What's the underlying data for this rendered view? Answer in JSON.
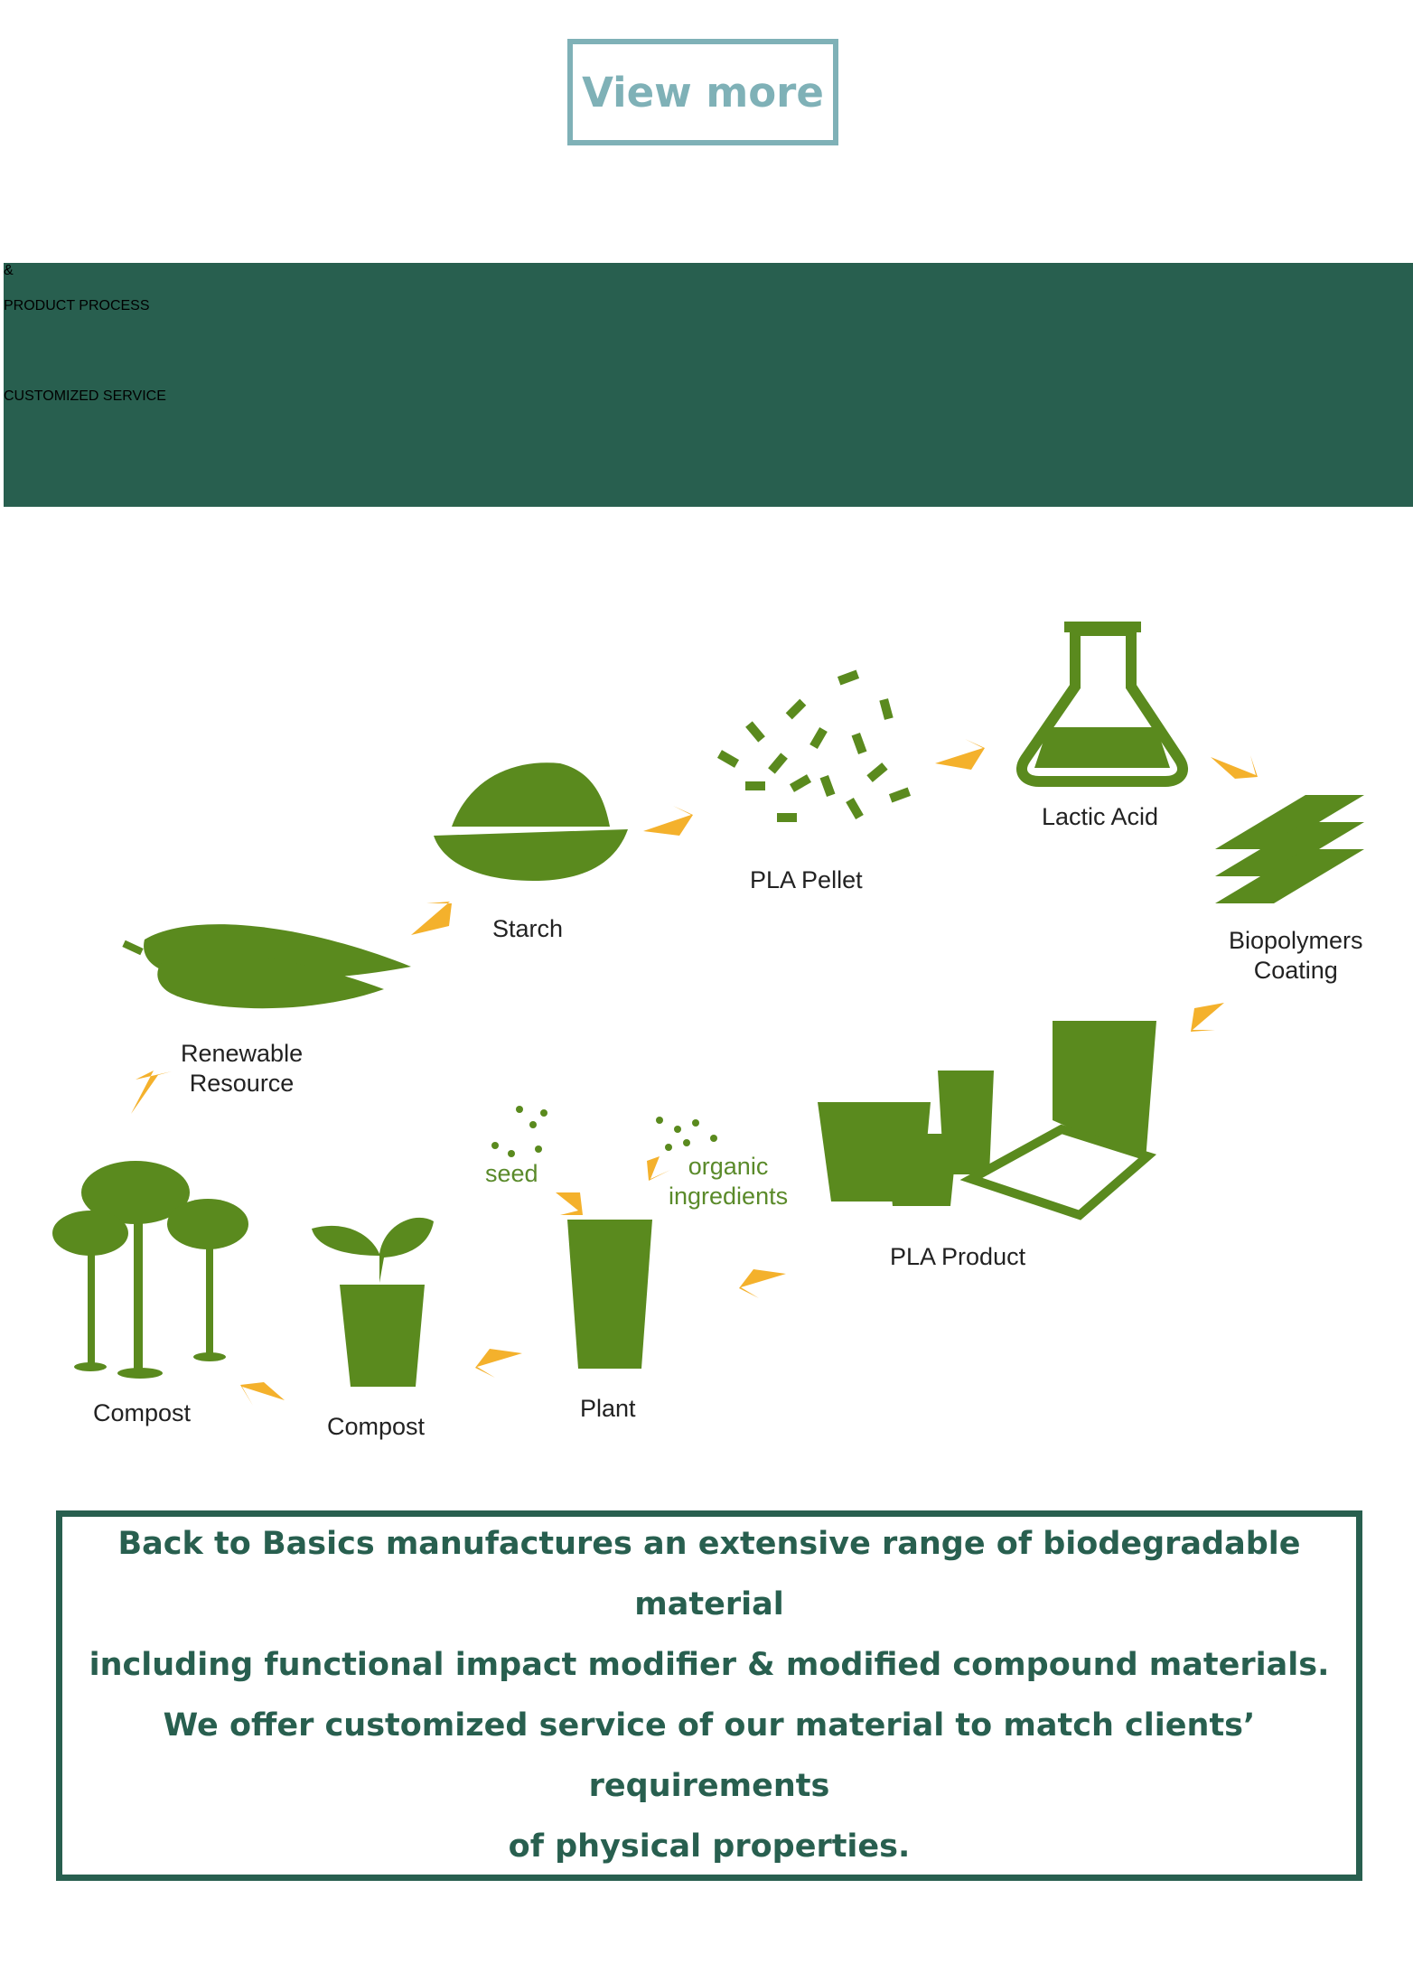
{
  "view_more_label": "View more",
  "banner": {
    "line1": "PRODUCT PROCESS",
    "ampersand": "&",
    "line2": "CUSTOMIZED SERVICE"
  },
  "process_labels": {
    "renewable_resource": "Renewable\nResource",
    "starch": "Starch",
    "pla_pellet": "PLA Pellet",
    "lactic_acid": "Lactic Acid",
    "biopolymers_coating": "Biopolymers\nCoating",
    "pla_product": "PLA Product",
    "seed": "seed",
    "organic_ingredients": "organic\ningredients",
    "plant": "Plant",
    "compost_cup": "Compost",
    "compost_trees": "Compost"
  },
  "info": {
    "line1": "Back to Basics manufactures an extensive range of biodegradable material",
    "line2": "including functional impact modifier & modified compound materials.",
    "line3": "We offer customized service of our material to match clients’ requirements",
    "line4": "of physical properties."
  },
  "colors": {
    "brand_green": "#285f4f",
    "icon_green": "#5a8a1e",
    "arrow_yellow": "#f4b12c",
    "button_teal": "#7fb1b7"
  }
}
